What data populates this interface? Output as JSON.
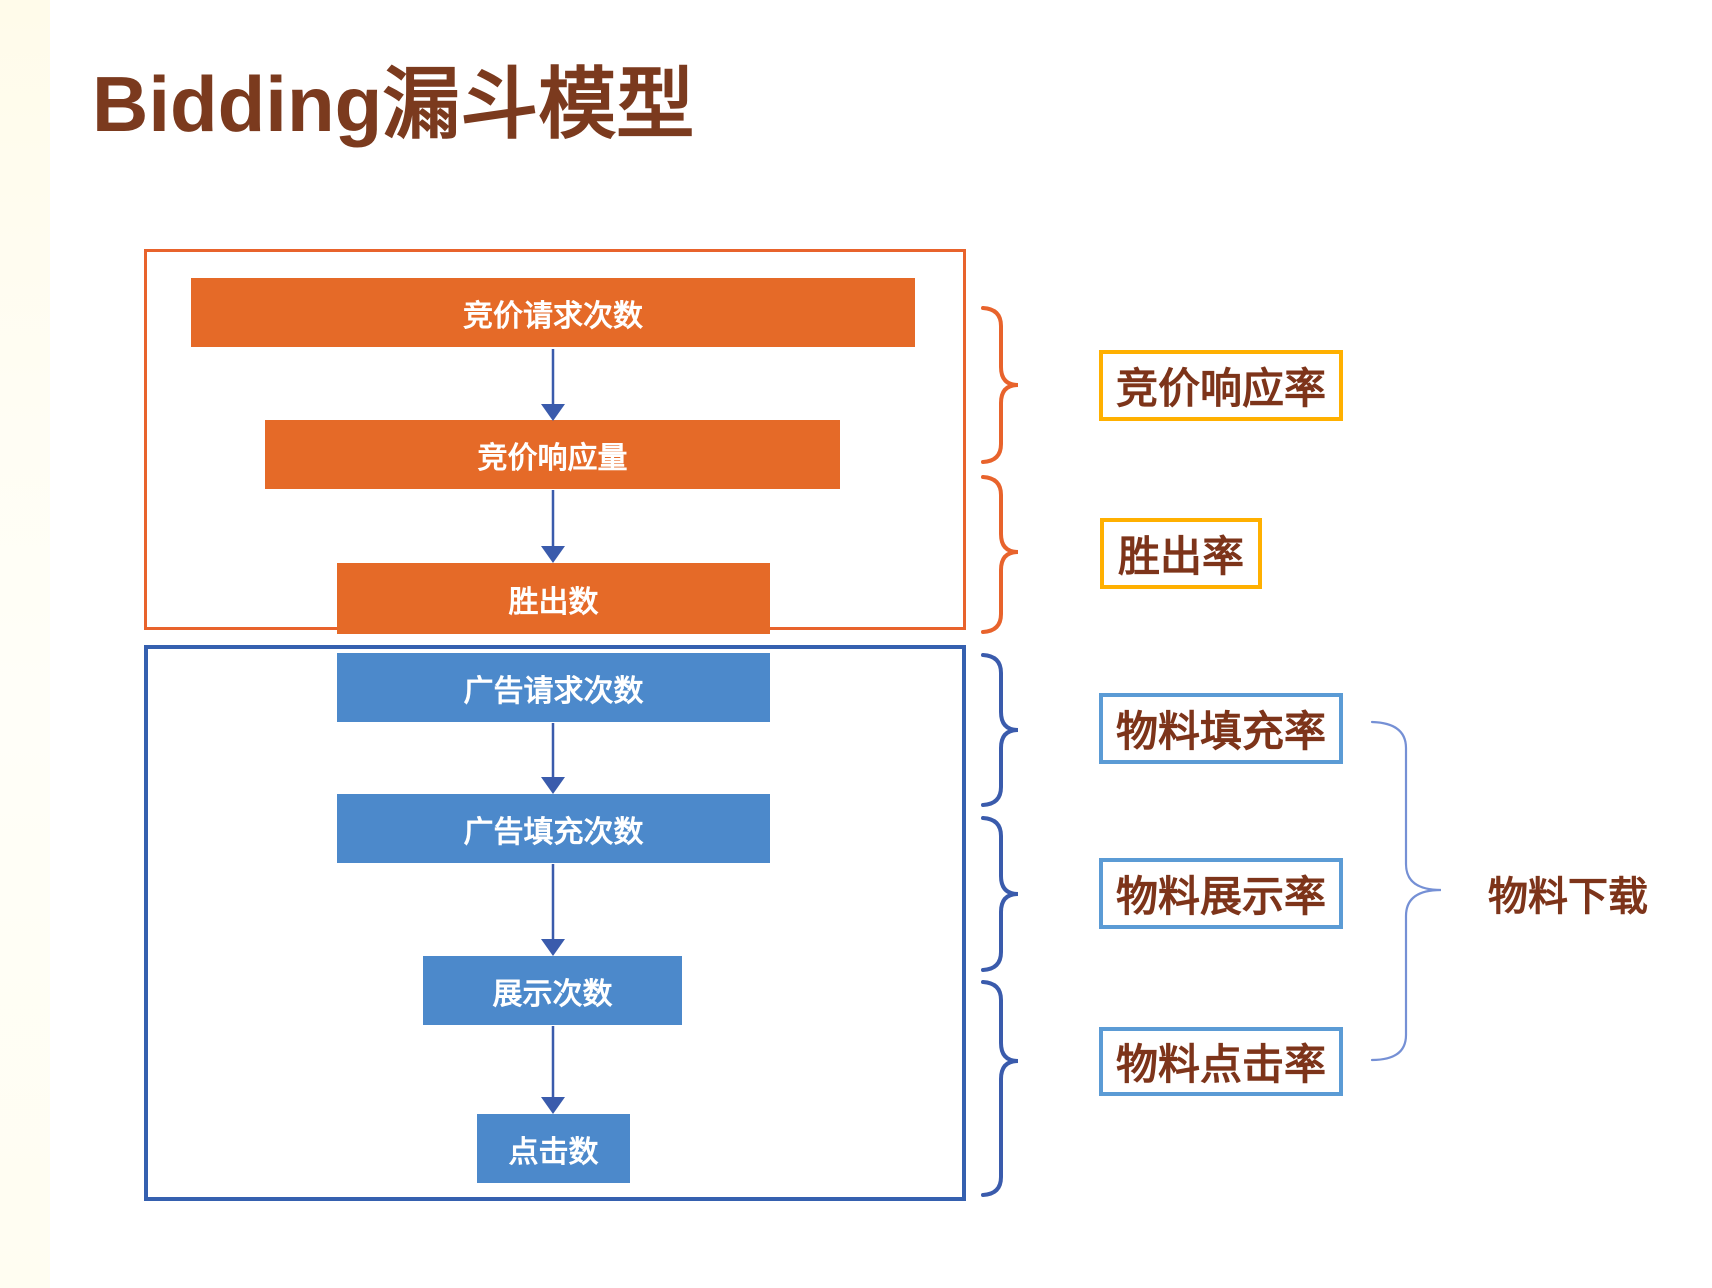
{
  "title": "Bidding漏斗模型",
  "colors": {
    "title-brown": "#7B3A1E",
    "label-brown": "#7D341A",
    "orange": "#E8632C",
    "orange-fill": "#E56A28",
    "blue-fill": "#4C89CB",
    "blue-border": "#3560AF",
    "arrow-blue": "#3A5BAC",
    "gold-border": "#FFB000",
    "blue-label-border": "#5B9BD5",
    "thin-brace-blue": "#7590D5",
    "left-strip": "#FFFDEF"
  },
  "funnel": {
    "bidding_stage": {
      "bars": [
        {
          "label": "竞价请求次数"
        },
        {
          "label": "竞价响应量"
        },
        {
          "label": "胜出数"
        }
      ]
    },
    "material_stage": {
      "bars": [
        {
          "label": "广告请求次数"
        },
        {
          "label": "广告填充次数"
        },
        {
          "label": "展示次数"
        },
        {
          "label": "点击数"
        }
      ]
    }
  },
  "metrics": [
    {
      "label": "竞价响应率",
      "group": "bidding"
    },
    {
      "label": "胜出率",
      "group": "bidding"
    },
    {
      "label": "物料填充率",
      "group": "material"
    },
    {
      "label": "物料展示率",
      "group": "material"
    },
    {
      "label": "物料点击率",
      "group": "material"
    }
  ],
  "side_annotation": {
    "label": "物料下载"
  }
}
